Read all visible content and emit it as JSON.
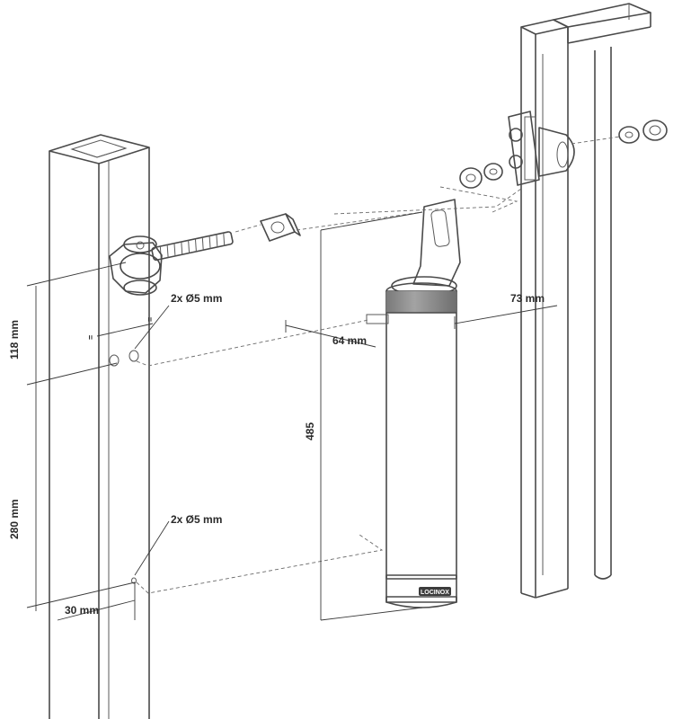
{
  "dimensions": {
    "hinge_to_hole": "118 mm",
    "hole_to_hole": "280 mm",
    "post_offset": "30 mm",
    "upper_holes": "2x Ø5 mm",
    "lower_holes": "2x Ø5 mm",
    "closer_height": "485",
    "depth_a": "64 mm",
    "depth_b": "73 mm"
  },
  "equal_marks": [
    "=",
    "="
  ],
  "brand_plate": "LOCINOX",
  "colors": {
    "line": "#4a4a4a",
    "closer_body": "#dcdcdc",
    "closer_caps": "#8c8c8c",
    "hardware": "#b4b4b4",
    "background": "#ffffff"
  }
}
